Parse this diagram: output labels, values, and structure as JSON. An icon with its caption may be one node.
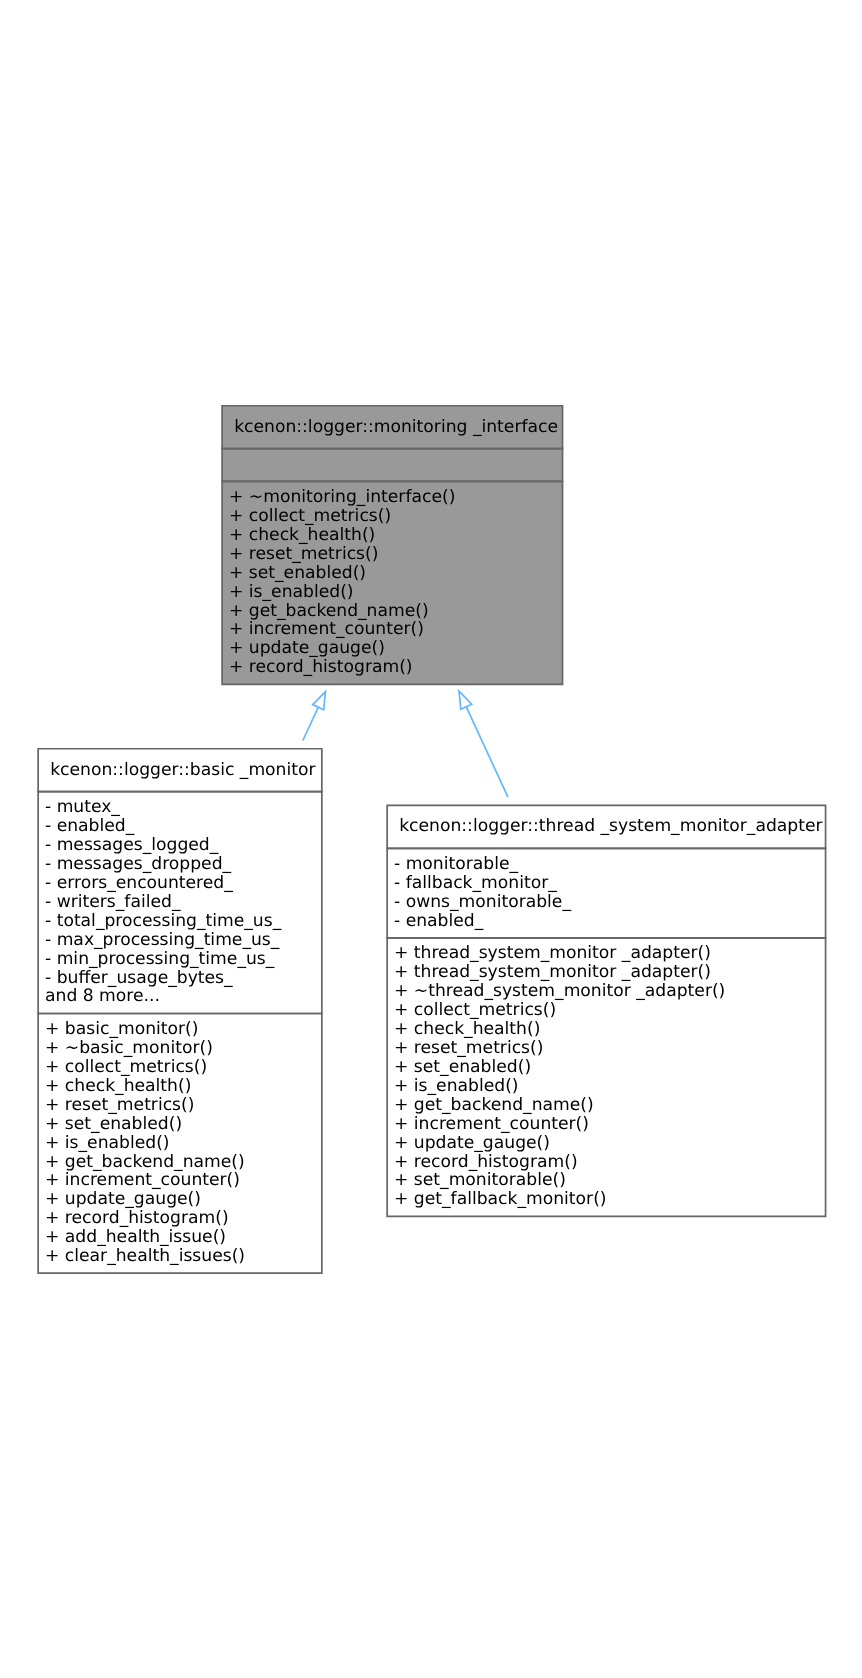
{
  "diagram": {
    "nodes": [
      {
        "text": [
          "kcenon::logger::monitoring _interface",
          "+ ~monitoring_interface()",
          "+ collect_metrics()",
          "+ check_health()",
          "+ reset_metrics()",
          "+ set_enabled()",
          "+ is_enabled()",
          "+ get_backend_name()",
          "+ increment_counter()",
          "+ update_gauge()",
          "+ record_histogram()"
        ]
      },
      {
        "text": [
          "kcenon::logger::basic _monitor",
          "- mutex_",
          "- enabled_",
          "- messages_logged_",
          "- messages_dropped_",
          "- errors_encountered_",
          "- writers_failed_",
          "- total_processing_time_us_",
          "- max_processing_time_us_",
          "- min_processing_time_us_",
          "- buffer_usage_bytes_",
          "and 8 more...",
          "+ basic_monitor()",
          "+ ~basic_monitor()",
          "+ collect_metrics()",
          "+ check_health()",
          "+ reset_metrics()",
          "+ set_enabled()",
          "+ is_enabled()",
          "+ get_backend_name()",
          "+ increment_counter()",
          "+ update_gauge()",
          "+ record_histogram()",
          "+ add_health_issue()",
          "+ clear_health_issues()"
        ]
      },
      {
        "text": [
          "kcenon::logger::thread _system_monitor_adapter",
          "- monitorable_",
          "- fallback_monitor_",
          "- owns_monitorable_",
          "- enabled_",
          "+ thread_system_monitor _adapter()",
          "+ thread_system_monitor _adapter()",
          "+ ~thread_system_monitor _adapter()",
          "+ collect_metrics()",
          "+ check_health()",
          "+ reset_metrics()",
          "+ set_enabled()",
          "+ is_enabled()",
          "+ get_backend_name()",
          "+ increment_counter()",
          "+ update_gauge()",
          "+ record_histogram()",
          "+ set_monitorable()",
          "+ get_fallback_monitor()"
        ]
      }
    ],
    "edges": [
      {
        "from": 1,
        "to": 0,
        "arrow": "to"
      },
      {
        "from": 2,
        "to": 0,
        "arrow": "to"
      }
    ]
  }
}
